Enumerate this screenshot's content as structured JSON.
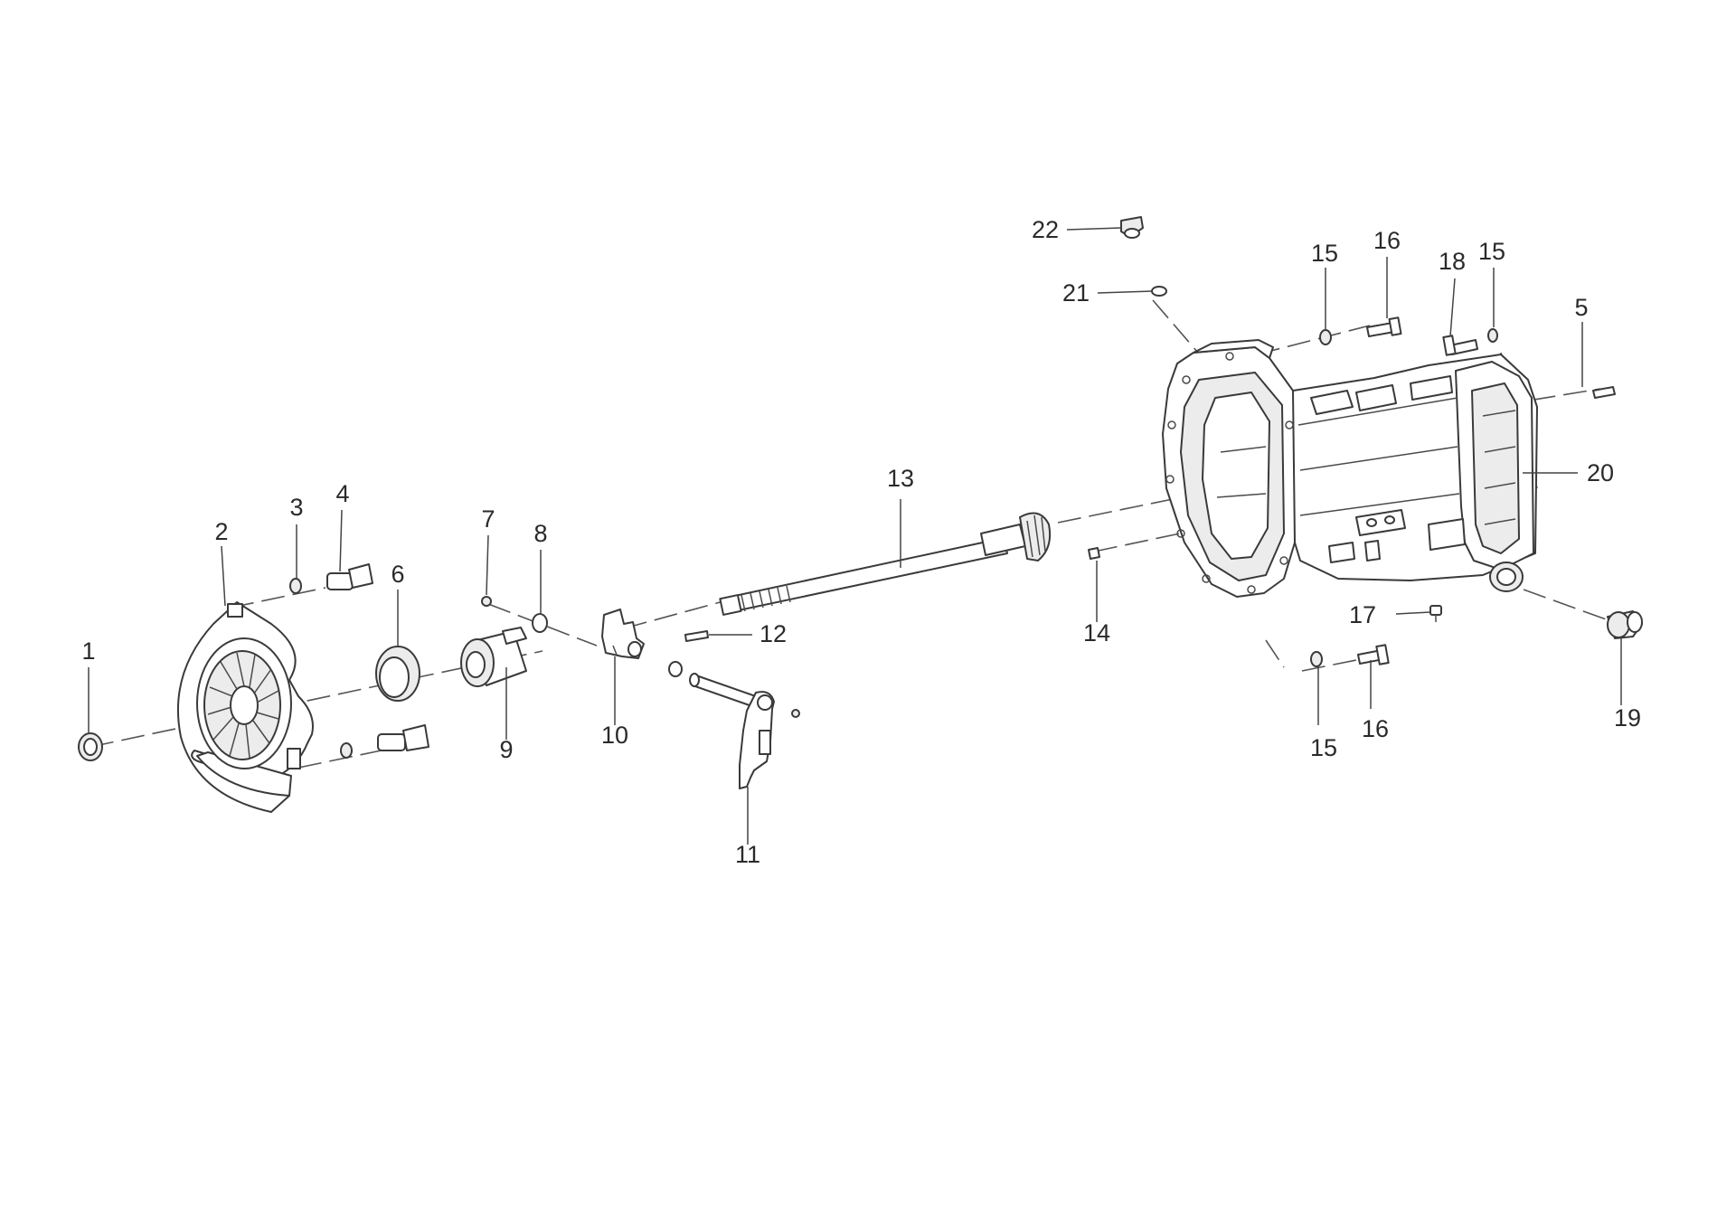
{
  "callouts": [
    {
      "id": "1",
      "text": "1"
    },
    {
      "id": "2",
      "text": "2"
    },
    {
      "id": "3",
      "text": "3"
    },
    {
      "id": "4",
      "text": "4"
    },
    {
      "id": "5",
      "text": "5"
    },
    {
      "id": "6",
      "text": "6"
    },
    {
      "id": "7",
      "text": "7"
    },
    {
      "id": "8",
      "text": "8"
    },
    {
      "id": "9",
      "text": "9"
    },
    {
      "id": "10",
      "text": "10"
    },
    {
      "id": "11",
      "text": "11"
    },
    {
      "id": "12",
      "text": "12"
    },
    {
      "id": "13",
      "text": "13"
    },
    {
      "id": "14",
      "text": "14"
    },
    {
      "id": "15a",
      "text": "15"
    },
    {
      "id": "15b",
      "text": "15"
    },
    {
      "id": "15c",
      "text": "15"
    },
    {
      "id": "16a",
      "text": "16"
    },
    {
      "id": "16b",
      "text": "16"
    },
    {
      "id": "17",
      "text": "17"
    },
    {
      "id": "18",
      "text": "18"
    },
    {
      "id": "19",
      "text": "19"
    },
    {
      "id": "20",
      "text": "20"
    },
    {
      "id": "21",
      "text": "21"
    },
    {
      "id": "22",
      "text": "22"
    }
  ]
}
